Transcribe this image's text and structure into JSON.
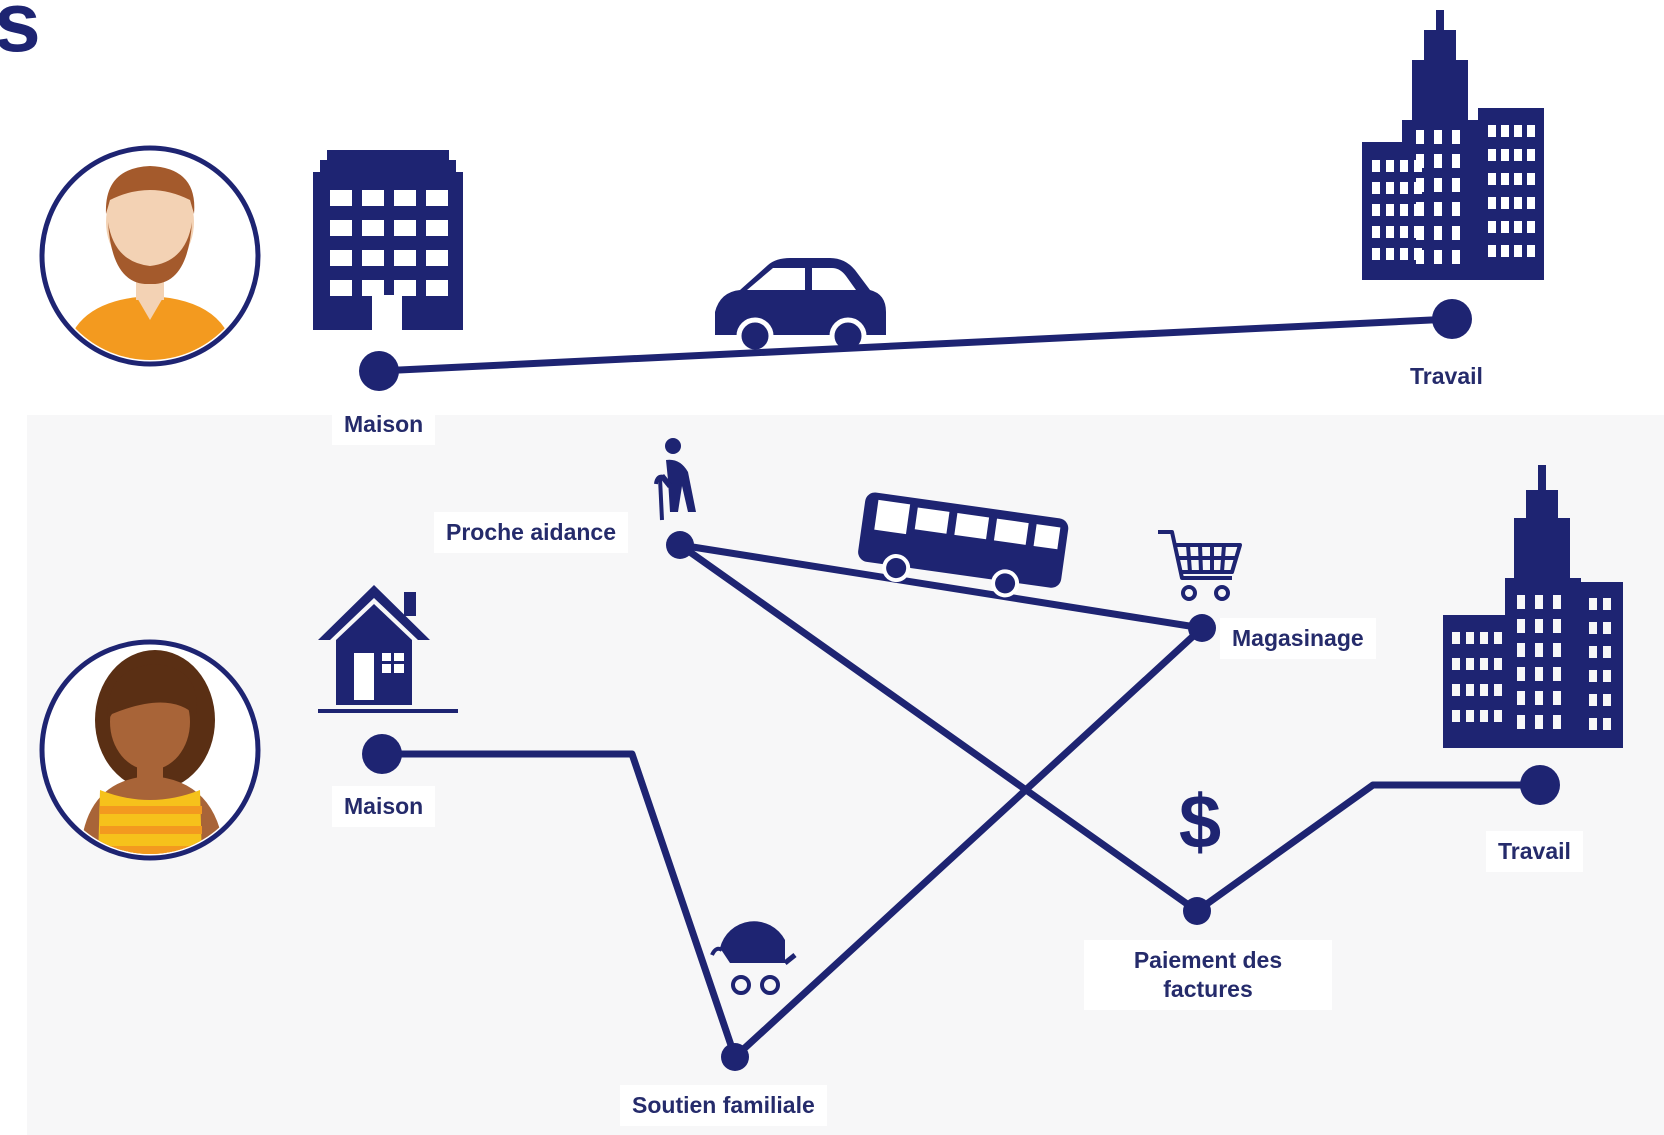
{
  "heading": {
    "fragment": "s"
  },
  "colors": {
    "navy": "#1e2472",
    "skin_light": "#f3d2b4",
    "hair_brown": "#a45a2c",
    "shirt_orange": "#f39a1f",
    "skin_dark": "#a86438",
    "hair_dark": "#5a2f14",
    "top_yellow": "#f6c21b",
    "panel_gray": "#f7f7f8"
  },
  "scenario_man": {
    "avatar_icon": "man-avatar-icon",
    "transport_icon": "car-icon",
    "stops": {
      "home": {
        "label": "Maison",
        "icon": "apartment-building-icon"
      },
      "work": {
        "label": "Travail",
        "icon": "office-towers-icon"
      }
    }
  },
  "scenario_woman": {
    "avatar_icon": "woman-avatar-icon",
    "transport_icon": "bus-icon",
    "stops": {
      "home": {
        "label": "Maison",
        "icon": "house-icon"
      },
      "family_support": {
        "label": "Soutien familiale",
        "icon": "stroller-icon"
      },
      "caregiving": {
        "label": "Proche aidance",
        "icon": "elderly-person-icon"
      },
      "shopping": {
        "label": "Magasinage",
        "icon": "shopping-cart-icon"
      },
      "bills": {
        "label_line1": "Paiement des",
        "label_line2": "factures",
        "icon": "dollar-icon",
        "symbol": "$"
      },
      "work": {
        "label": "Travail",
        "icon": "office-towers-icon"
      }
    }
  }
}
